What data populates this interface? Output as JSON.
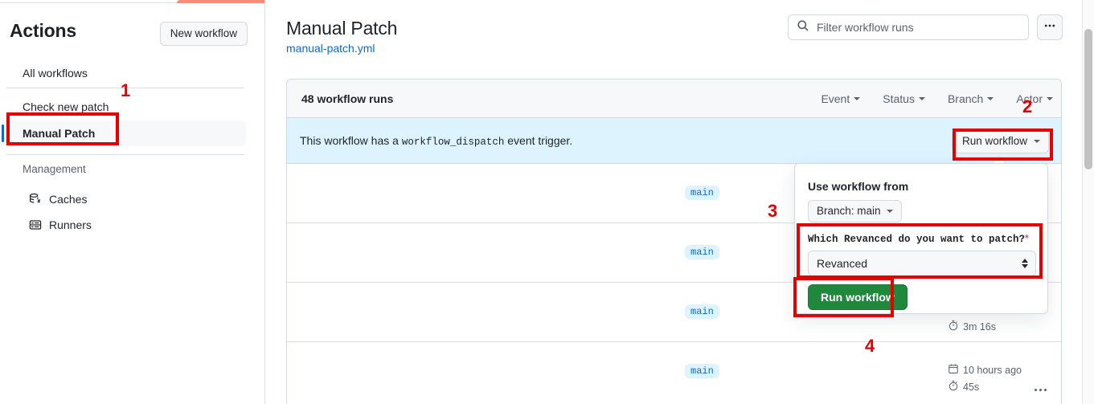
{
  "sidebar": {
    "title": "Actions",
    "new_workflow_label": "New workflow",
    "items": [
      {
        "label": "All workflows",
        "selected": false
      },
      {
        "label": "Check new patch",
        "selected": false
      },
      {
        "label": "Manual Patch",
        "selected": true
      }
    ],
    "management_label": "Management",
    "management_items": [
      {
        "label": "Caches",
        "icon": "cache-icon"
      },
      {
        "label": "Runners",
        "icon": "runners-icon"
      }
    ]
  },
  "header": {
    "title": "Manual Patch",
    "file_link": "manual-patch.yml",
    "search_placeholder": "Filter workflow runs",
    "search_icon": "search-icon",
    "kebab_icon": "kebab-horizontal-icon"
  },
  "runs": {
    "count_label": "48 workflow runs",
    "filters": [
      {
        "label": "Event"
      },
      {
        "label": "Status"
      },
      {
        "label": "Branch"
      },
      {
        "label": "Actor"
      }
    ],
    "dispatch_notice": {
      "prefix": "This workflow has a",
      "event": "workflow_dispatch",
      "suffix": "event trigger.",
      "run_button_label": "Run workflow"
    },
    "rows": [
      {
        "branch": "main",
        "timestamp": "",
        "duration": ""
      },
      {
        "branch": "main",
        "timestamp": "",
        "duration": ""
      },
      {
        "branch": "main",
        "timestamp": "",
        "duration": "3m 16s"
      },
      {
        "branch": "main",
        "timestamp": "10 hours ago",
        "duration": "45s"
      }
    ]
  },
  "popover": {
    "use_workflow_from_label": "Use workflow from",
    "branch_select_label": "Branch: main",
    "input_label": "Which Revanced do you want to patch?",
    "required_marker": "*",
    "selected_option": "Revanced",
    "submit_label": "Run workflow"
  },
  "annotations": [
    {
      "number": "1"
    },
    {
      "number": "2"
    },
    {
      "number": "3"
    },
    {
      "number": "4"
    }
  ],
  "colors": {
    "accent": "#0969da",
    "success": "#1f883d",
    "annotation": "#e60000",
    "info_bg": "#ddf4ff",
    "tab_indicator": "#fd8c73"
  }
}
